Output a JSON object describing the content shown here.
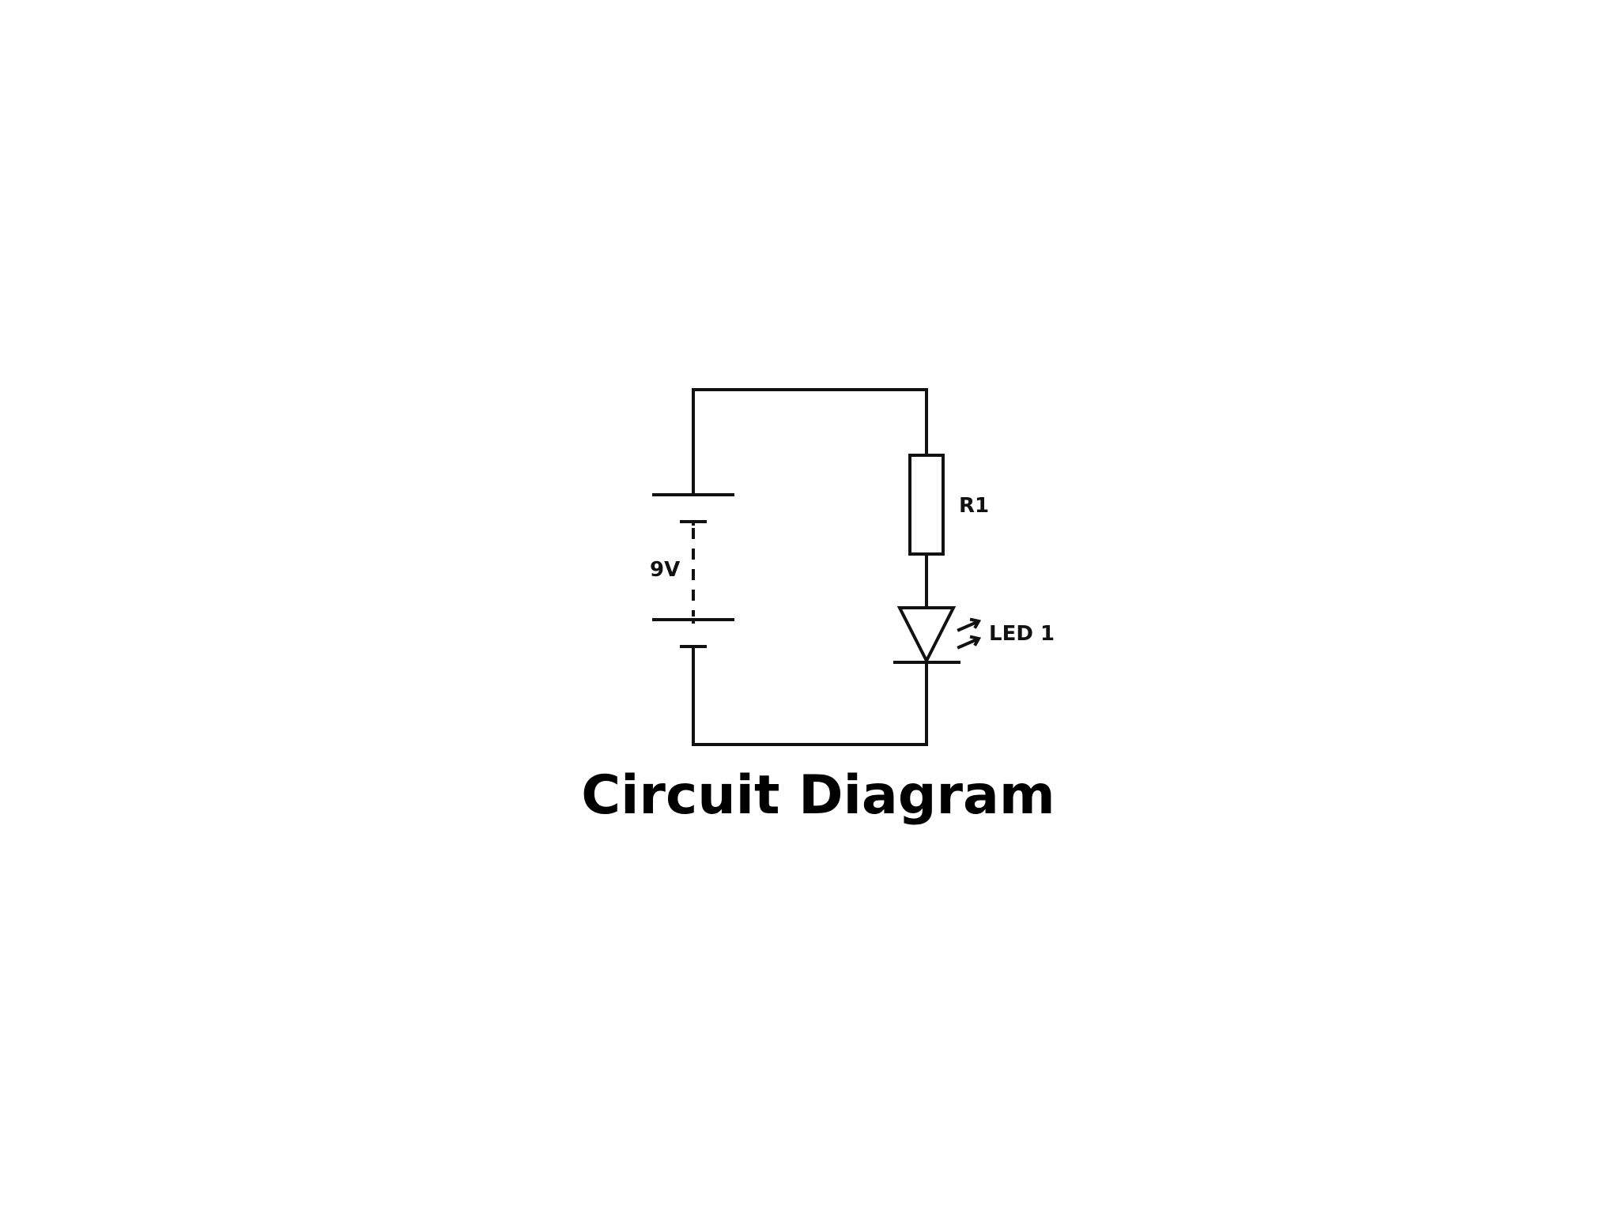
{
  "title": "Circuit Diagram",
  "components": {
    "battery": {
      "label": "9V"
    },
    "resistor": {
      "label": "R1"
    },
    "led": {
      "label": "LED 1"
    }
  },
  "colors": {
    "stroke": "#111111",
    "background": "#ffffff"
  }
}
